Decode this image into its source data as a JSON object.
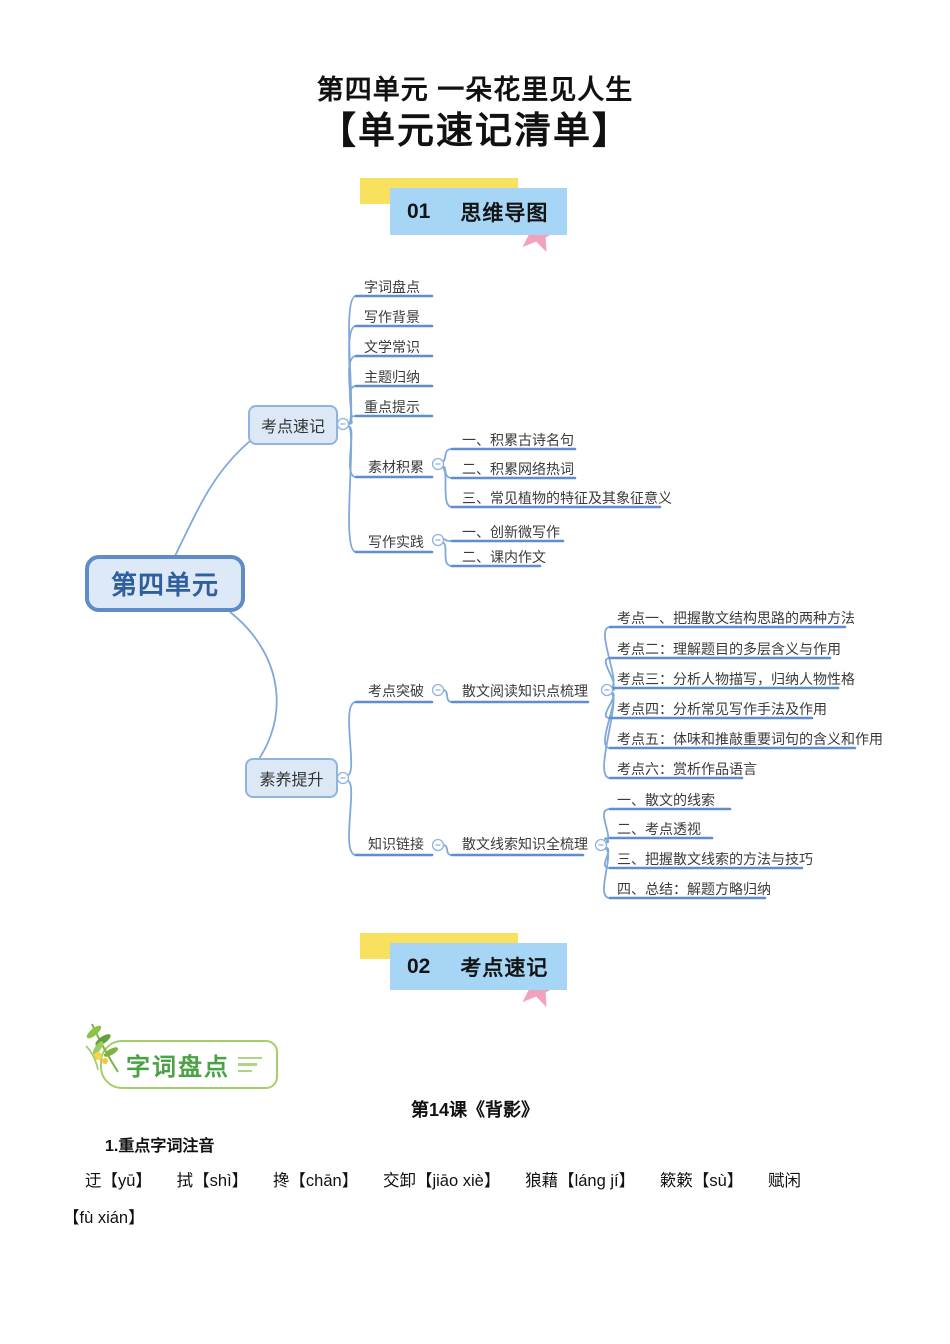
{
  "page": {
    "title": "第四单元 一朵花里见人生",
    "subtitle": "【单元速记清单】"
  },
  "sections": [
    {
      "number": "01",
      "title": "思维导图"
    },
    {
      "number": "02",
      "title": "考点速记"
    }
  ],
  "mindmap": {
    "root": "第四单元",
    "branch1": {
      "label": "考点速记",
      "leaves": [
        "字词盘点",
        "写作背景",
        "文学常识",
        "主题归纳",
        "重点提示"
      ],
      "groups": [
        {
          "label": "素材积累",
          "children": [
            "一、积累古诗名句",
            "二、积累网络热词",
            "三、常见植物的特征及其象征意义"
          ]
        },
        {
          "label": "写作实践",
          "children": [
            "一、创新微写作",
            "二、课内作文"
          ]
        }
      ]
    },
    "branch2": {
      "label": "素养提升",
      "groups": [
        {
          "label": "考点突破",
          "via": "散文阅读知识点梳理",
          "children": [
            "考点一、把握散文结构思路的两种方法",
            "考点二：理解题目的多层含义与作用",
            "考点三：分析人物描写，归纳人物性格",
            "考点四：分析常见写作手法及作用",
            "考点五：体味和推敲重要词句的含义和作用",
            "考点六：赏析作品语言"
          ]
        },
        {
          "label": "知识链接",
          "via": "散文线索知识全梳理",
          "children": [
            "一、散文的线索",
            "二、考点透视",
            "三、把握散文线索的方法与技巧",
            "四、总结：解题方略归纳"
          ]
        }
      ]
    }
  },
  "badge": {
    "label": "字词盘点"
  },
  "lesson": {
    "title": "第14课《背影》",
    "heading": "1.重点字词注音",
    "pinyin_lines": [
      "迂【yū】　　拭【shì】　　搀【chān】　　交卸【jiāo xiè】　　狼藉【láng jí】　　簌簌【sù】　　赋闲",
      "【fù xián】"
    ]
  },
  "colors": {
    "banner_yellow": "#F7E15E",
    "banner_blue": "#A6D5F6",
    "star_pink": "#F2A3BB",
    "map_line": "#6D9AD3",
    "node_fill": "#DCE8F6",
    "node_border": "#5D8CC9",
    "badge_green": "#4AA245"
  }
}
